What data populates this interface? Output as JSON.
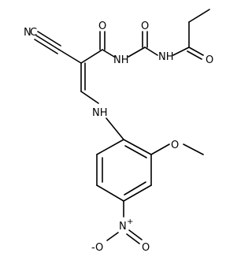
{
  "molecule": {
    "labels": {
      "nitrile_n": "N",
      "nitrile_c": "C",
      "amide_o1": "O",
      "amide_nh1": "NH",
      "urea_o": "O",
      "amide_nh2": "NH",
      "propanoyl_o": "O",
      "aniline_nh": "NH",
      "methoxy_o": "O",
      "nitro_n": "N",
      "nitro_plus": "+",
      "nitro_o_minus": "-O",
      "nitro_o": "O"
    }
  }
}
